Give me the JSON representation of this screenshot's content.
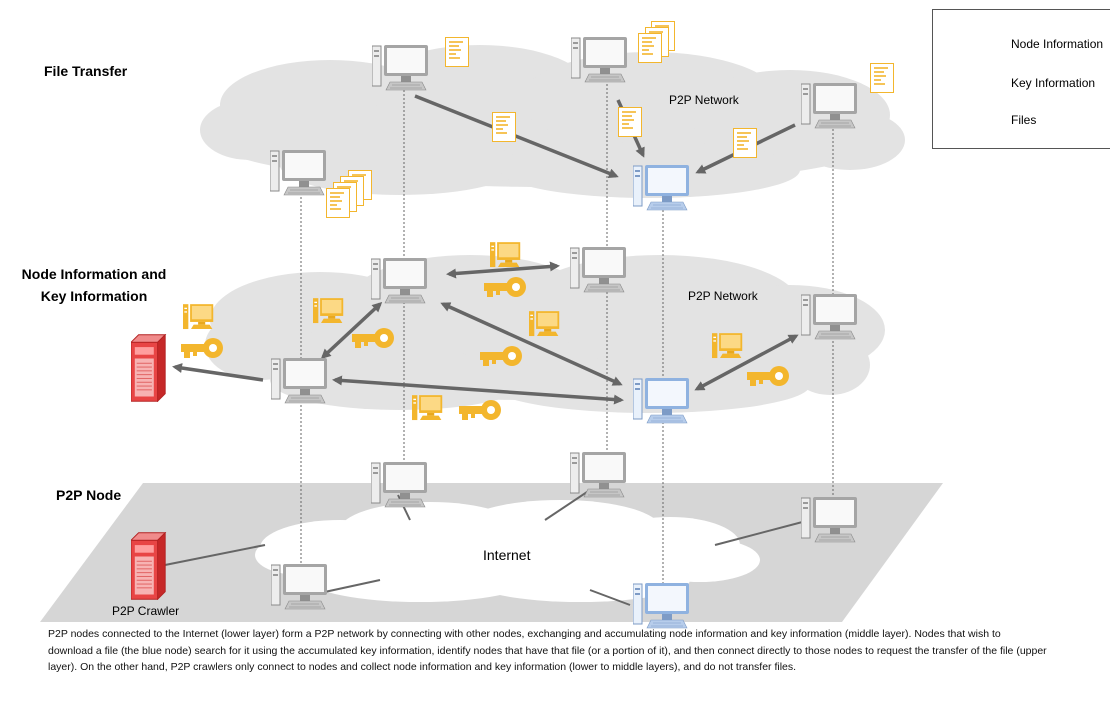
{
  "layers": {
    "file_transfer": "File Transfer",
    "node_info": "Node Information and Key Information",
    "p2p_node": "P2P Node"
  },
  "diagram": {
    "p2p_network_upper": "P2P Network",
    "p2p_network_middle": "P2P Network",
    "internet": "Internet",
    "p2p_crawler": "P2P Crawler"
  },
  "legend": {
    "node_information": "Node Information",
    "key_information": "Key Information",
    "files": "Files"
  },
  "caption": "P2P nodes connected to the Internet (lower layer) form a P2P network by connecting with other nodes, exchanging and accumulating node information and key information (middle layer). Nodes that wish to download a file (the blue node) search for it using the accumulated key information, identify nodes that have that file (or a portion of it), and then connect directly to those nodes to request the transfer of the file (upper layer). On the other hand, P2P crawlers only connect to nodes and collect node information and key information (lower to middle layers), and do not transfer files.",
  "colors": {
    "cloud": "#e3e3e3",
    "plane": "#d6d6d6",
    "arrow": "#6b6b6b",
    "computer": "#9d9d9d",
    "target_computer": "#8fb2e0",
    "crawler": "#e0393a",
    "icon": "#f3b62d"
  },
  "icons": [
    "computer-icon",
    "server-icon",
    "key-icon",
    "node-information-icon",
    "file-icon"
  ]
}
